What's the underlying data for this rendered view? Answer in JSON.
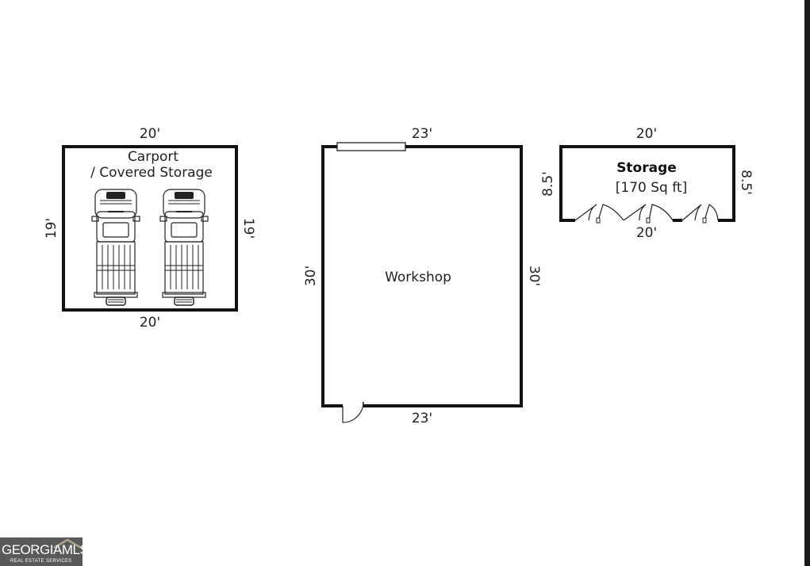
{
  "carport": {
    "name_line1": "Carport",
    "name_line2": "/ Covered Storage",
    "dim_top": "20'",
    "dim_bottom": "20'",
    "dim_left": "19'",
    "dim_right": "19'"
  },
  "workshop": {
    "name": "Workshop",
    "dim_top": "23'",
    "dim_bottom": "23'",
    "dim_left": "30'",
    "dim_right": "30'"
  },
  "storage": {
    "name": "Storage",
    "area": "[170 Sq ft]",
    "dim_top": "20'",
    "dim_bottom": "20'",
    "dim_left": "8.5'",
    "dim_right": "8.5'"
  },
  "logo": {
    "brand": "GEORGIAMLS",
    "tagline": "REAL ESTATE SERVICES"
  }
}
